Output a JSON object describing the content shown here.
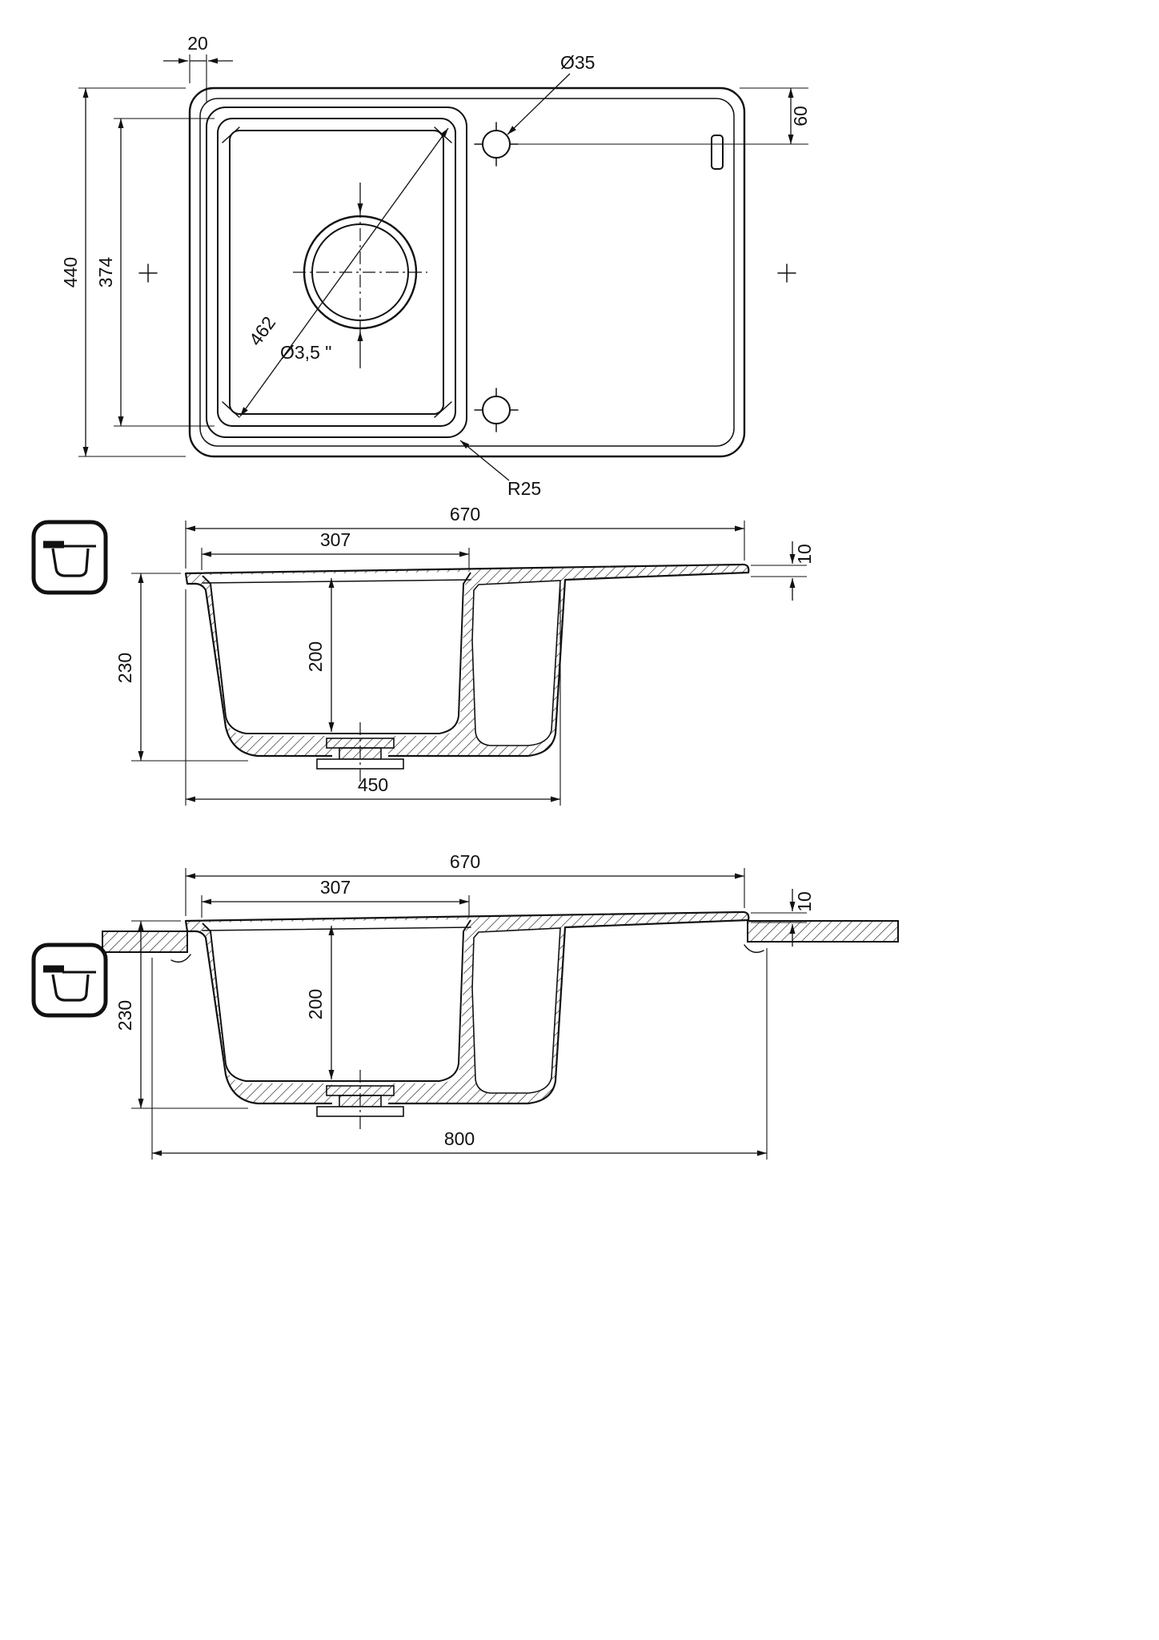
{
  "colors": {
    "line": "#111111",
    "background": "#ffffff"
  },
  "top_view": {
    "edge_offset": "20",
    "hole_diameter": "Ø35",
    "hole_top_offset": "60",
    "overall_depth": "440",
    "bowl_depth": "374",
    "bowl_diagonal": "462",
    "drain_size": "Ø3,5 \"",
    "corner_radius": "R25"
  },
  "section_inset": {
    "overall_width": "670",
    "bowl_width": "307",
    "board_thickness": "10",
    "sink_height": "230",
    "bowl_inner_depth": "200",
    "base_width": "450"
  },
  "section_mounted": {
    "overall_width": "670",
    "bowl_width": "307",
    "rim_height": "10",
    "sink_height": "230",
    "bowl_inner_depth": "200",
    "cabinet_width": "800"
  }
}
